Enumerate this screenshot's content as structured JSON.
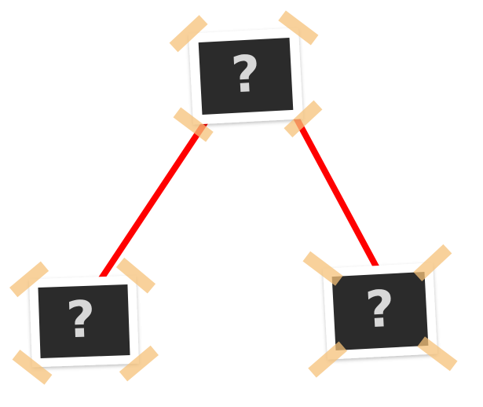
{
  "colors": {
    "link": "#ff0000",
    "photo_frame": "#ffffff",
    "photo_fill": "#2b2b2b",
    "mark": "#d8d8d8",
    "tape": "#f5c27a"
  },
  "nodes": [
    {
      "id": "top",
      "label": "?",
      "icon": "question-mark-icon"
    },
    {
      "id": "left",
      "label": "?",
      "icon": "question-mark-icon"
    },
    {
      "id": "right",
      "label": "?",
      "icon": "question-mark-icon"
    }
  ],
  "edges": [
    {
      "from": "top",
      "to": "left"
    },
    {
      "from": "top",
      "to": "right"
    }
  ]
}
